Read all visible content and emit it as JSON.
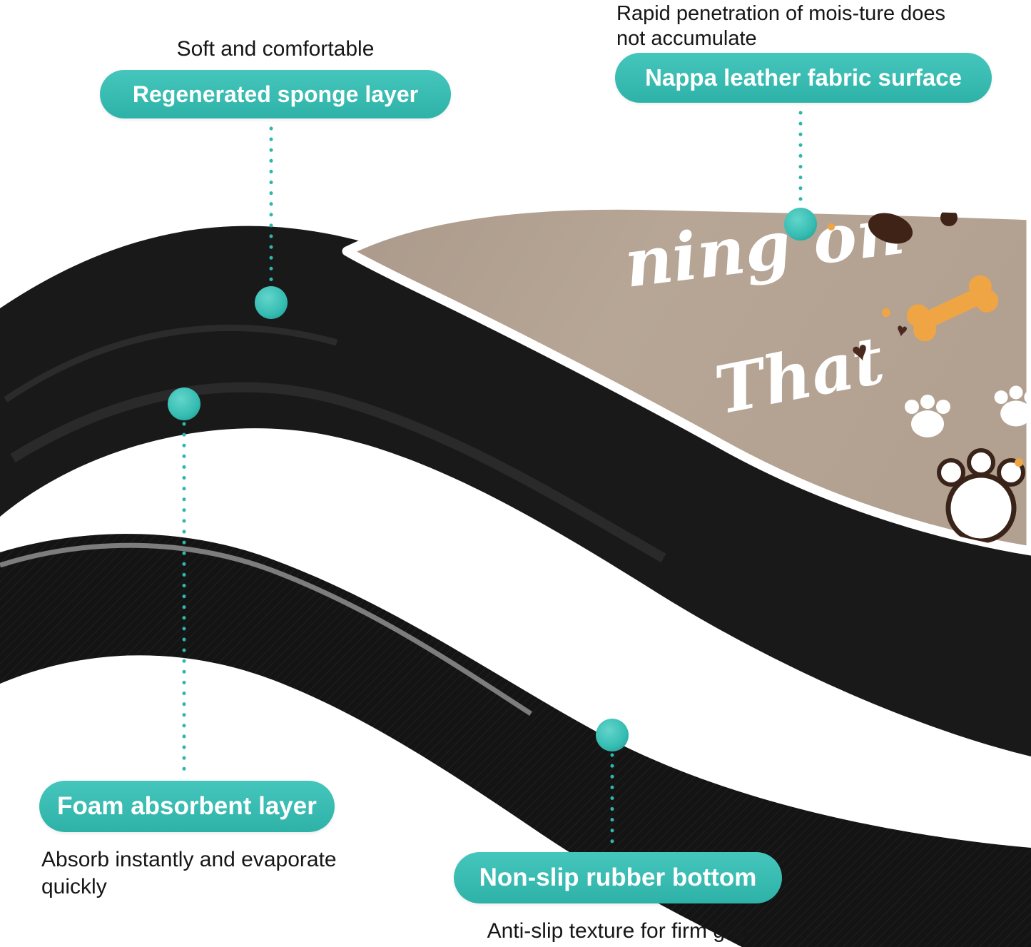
{
  "colors": {
    "accent_teal": "#35bcb2",
    "accent_teal_dark": "#2aa89e",
    "mat_sponge_black": "#191919",
    "mat_rubber_black": "#141414",
    "fabric_tan": "#b5a495",
    "bone_orange": "#f0a544",
    "heart_brown": "#4a2a1e",
    "text_black": "#161616",
    "border_white": "#ffffff"
  },
  "callouts": {
    "sponge": {
      "note": "Soft and comfortable",
      "label": "Regenerated sponge layer"
    },
    "fabric": {
      "note_line1": "Rapid penetration of mois-ture does",
      "note_line2": "not accumulate",
      "label": "Nappa leather fabric surface"
    },
    "foam": {
      "label": "Foam absorbent layer",
      "note_line1": "Absorb instantly and evaporate",
      "note_line2": "quickly"
    },
    "rubber": {
      "label": "Non-slip rubber bottom",
      "note": "Anti-slip texture for firm grip"
    }
  },
  "mat_print": {
    "line1": "ning on",
    "line2": "That"
  },
  "glyphs": {
    "heart": "♥"
  }
}
